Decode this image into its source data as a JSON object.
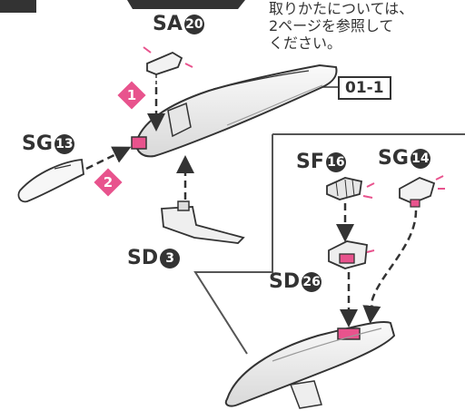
{
  "header": {
    "instructions_lines": [
      "取りかたについては、",
      "2ページを参照して",
      "ください。"
    ]
  },
  "parts": {
    "sa": {
      "code": "SA",
      "number": "20"
    },
    "sg13": {
      "code": "SG",
      "number": "13"
    },
    "sd3": {
      "code": "SD",
      "number": "3"
    },
    "sf16": {
      "code": "SF",
      "number": "16"
    },
    "sg14": {
      "code": "SG",
      "number": "14"
    },
    "sd26": {
      "code": "SD",
      "number": "26"
    }
  },
  "steps": {
    "step1": "1",
    "step2": "2"
  },
  "callout": {
    "label": "01-1"
  },
  "colors": {
    "accent": "#e8538d",
    "ink": "#333333",
    "part_fill": "#f2f2f2",
    "part_shade": "#d6d6d6"
  }
}
